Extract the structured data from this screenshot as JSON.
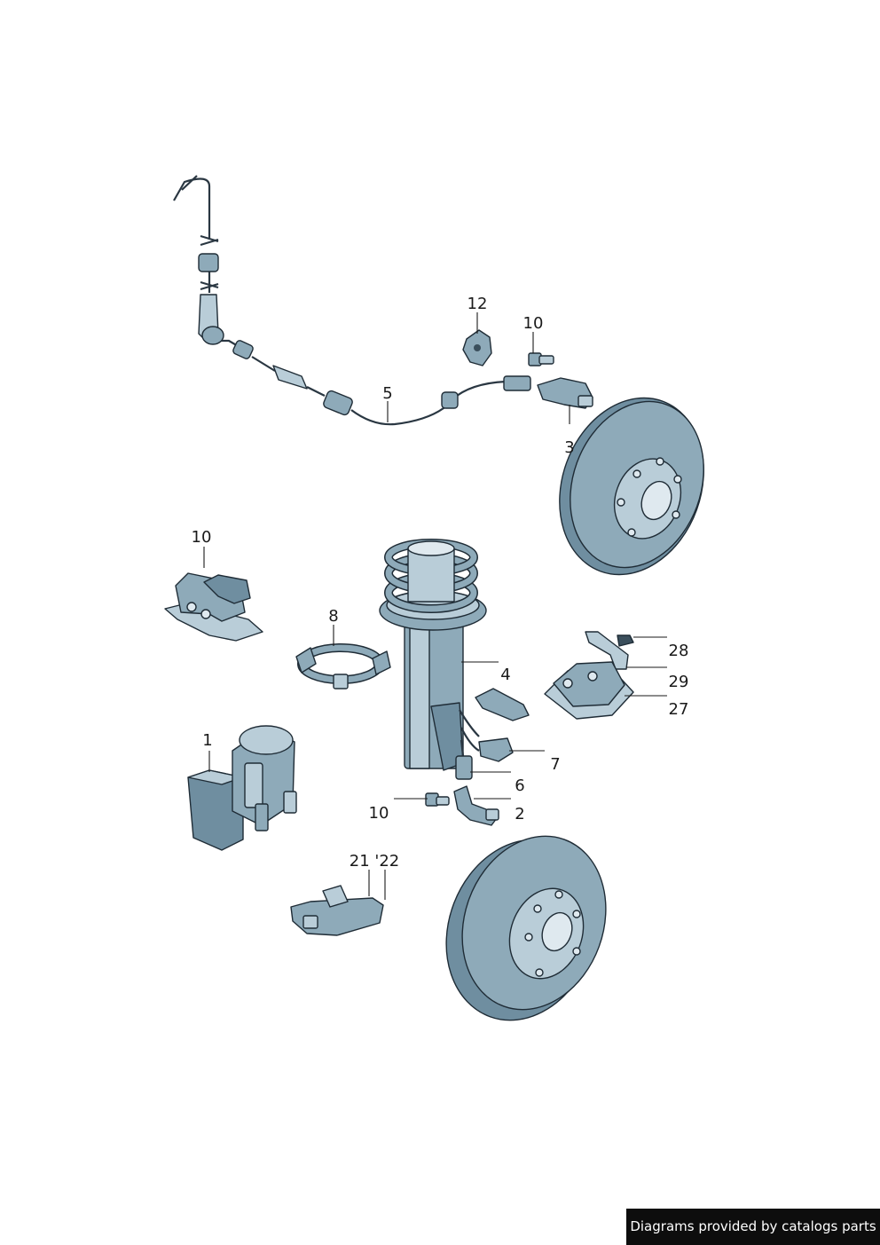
{
  "callouts": {
    "c12": "12",
    "c10a": "10",
    "c5": "5",
    "c3": "3",
    "c10b": "10",
    "c8": "8",
    "c4": "4",
    "c28": "28",
    "c29": "29",
    "c27": "27",
    "c1": "1",
    "c7": "7",
    "c6": "6",
    "c10c": "10",
    "c2": "2",
    "c2122": "21 '22"
  },
  "footer": {
    "credit": "Diagrams provided by catalogs parts"
  },
  "colors": {
    "part_fill": "#8eaab9",
    "part_stroke": "#1f2c36",
    "credit_bg": "#0d0d0d"
  }
}
